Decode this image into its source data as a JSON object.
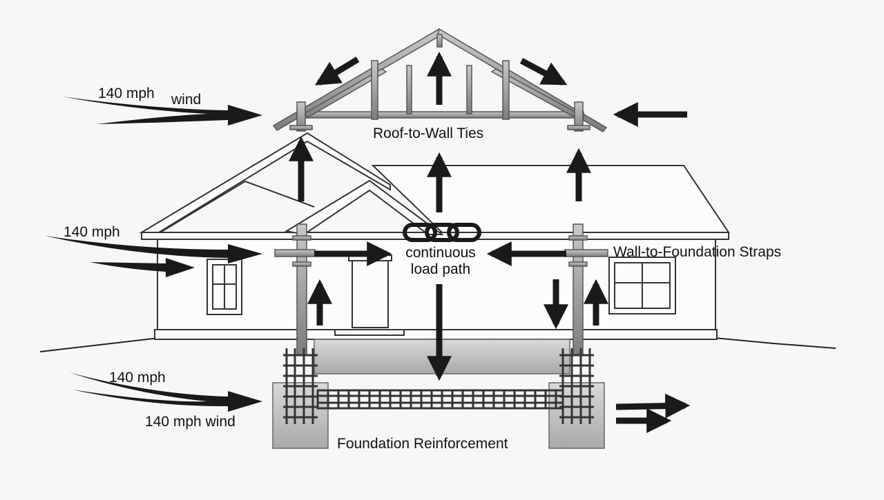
{
  "labels": {
    "roof_ties": "Roof-to-Wall Ties",
    "wall_straps": "Wall-to-Foundation Straps",
    "foundation": "Foundation Reinforcement",
    "load_path_line1": "continuous",
    "load_path_line2": "load path"
  },
  "wind_labels": {
    "top": "140 mph",
    "top_suffix": "wind",
    "middle": "140 mph",
    "bottom_upper": "140 mph",
    "bottom_lower": "140 mph wind"
  },
  "icons": {
    "center": "chain-link-icon"
  },
  "colors": {
    "ink": "#1a1a1a",
    "steel": "#9a9a9a",
    "concrete": "#c8c8c8",
    "background": "#f7f7f7"
  }
}
